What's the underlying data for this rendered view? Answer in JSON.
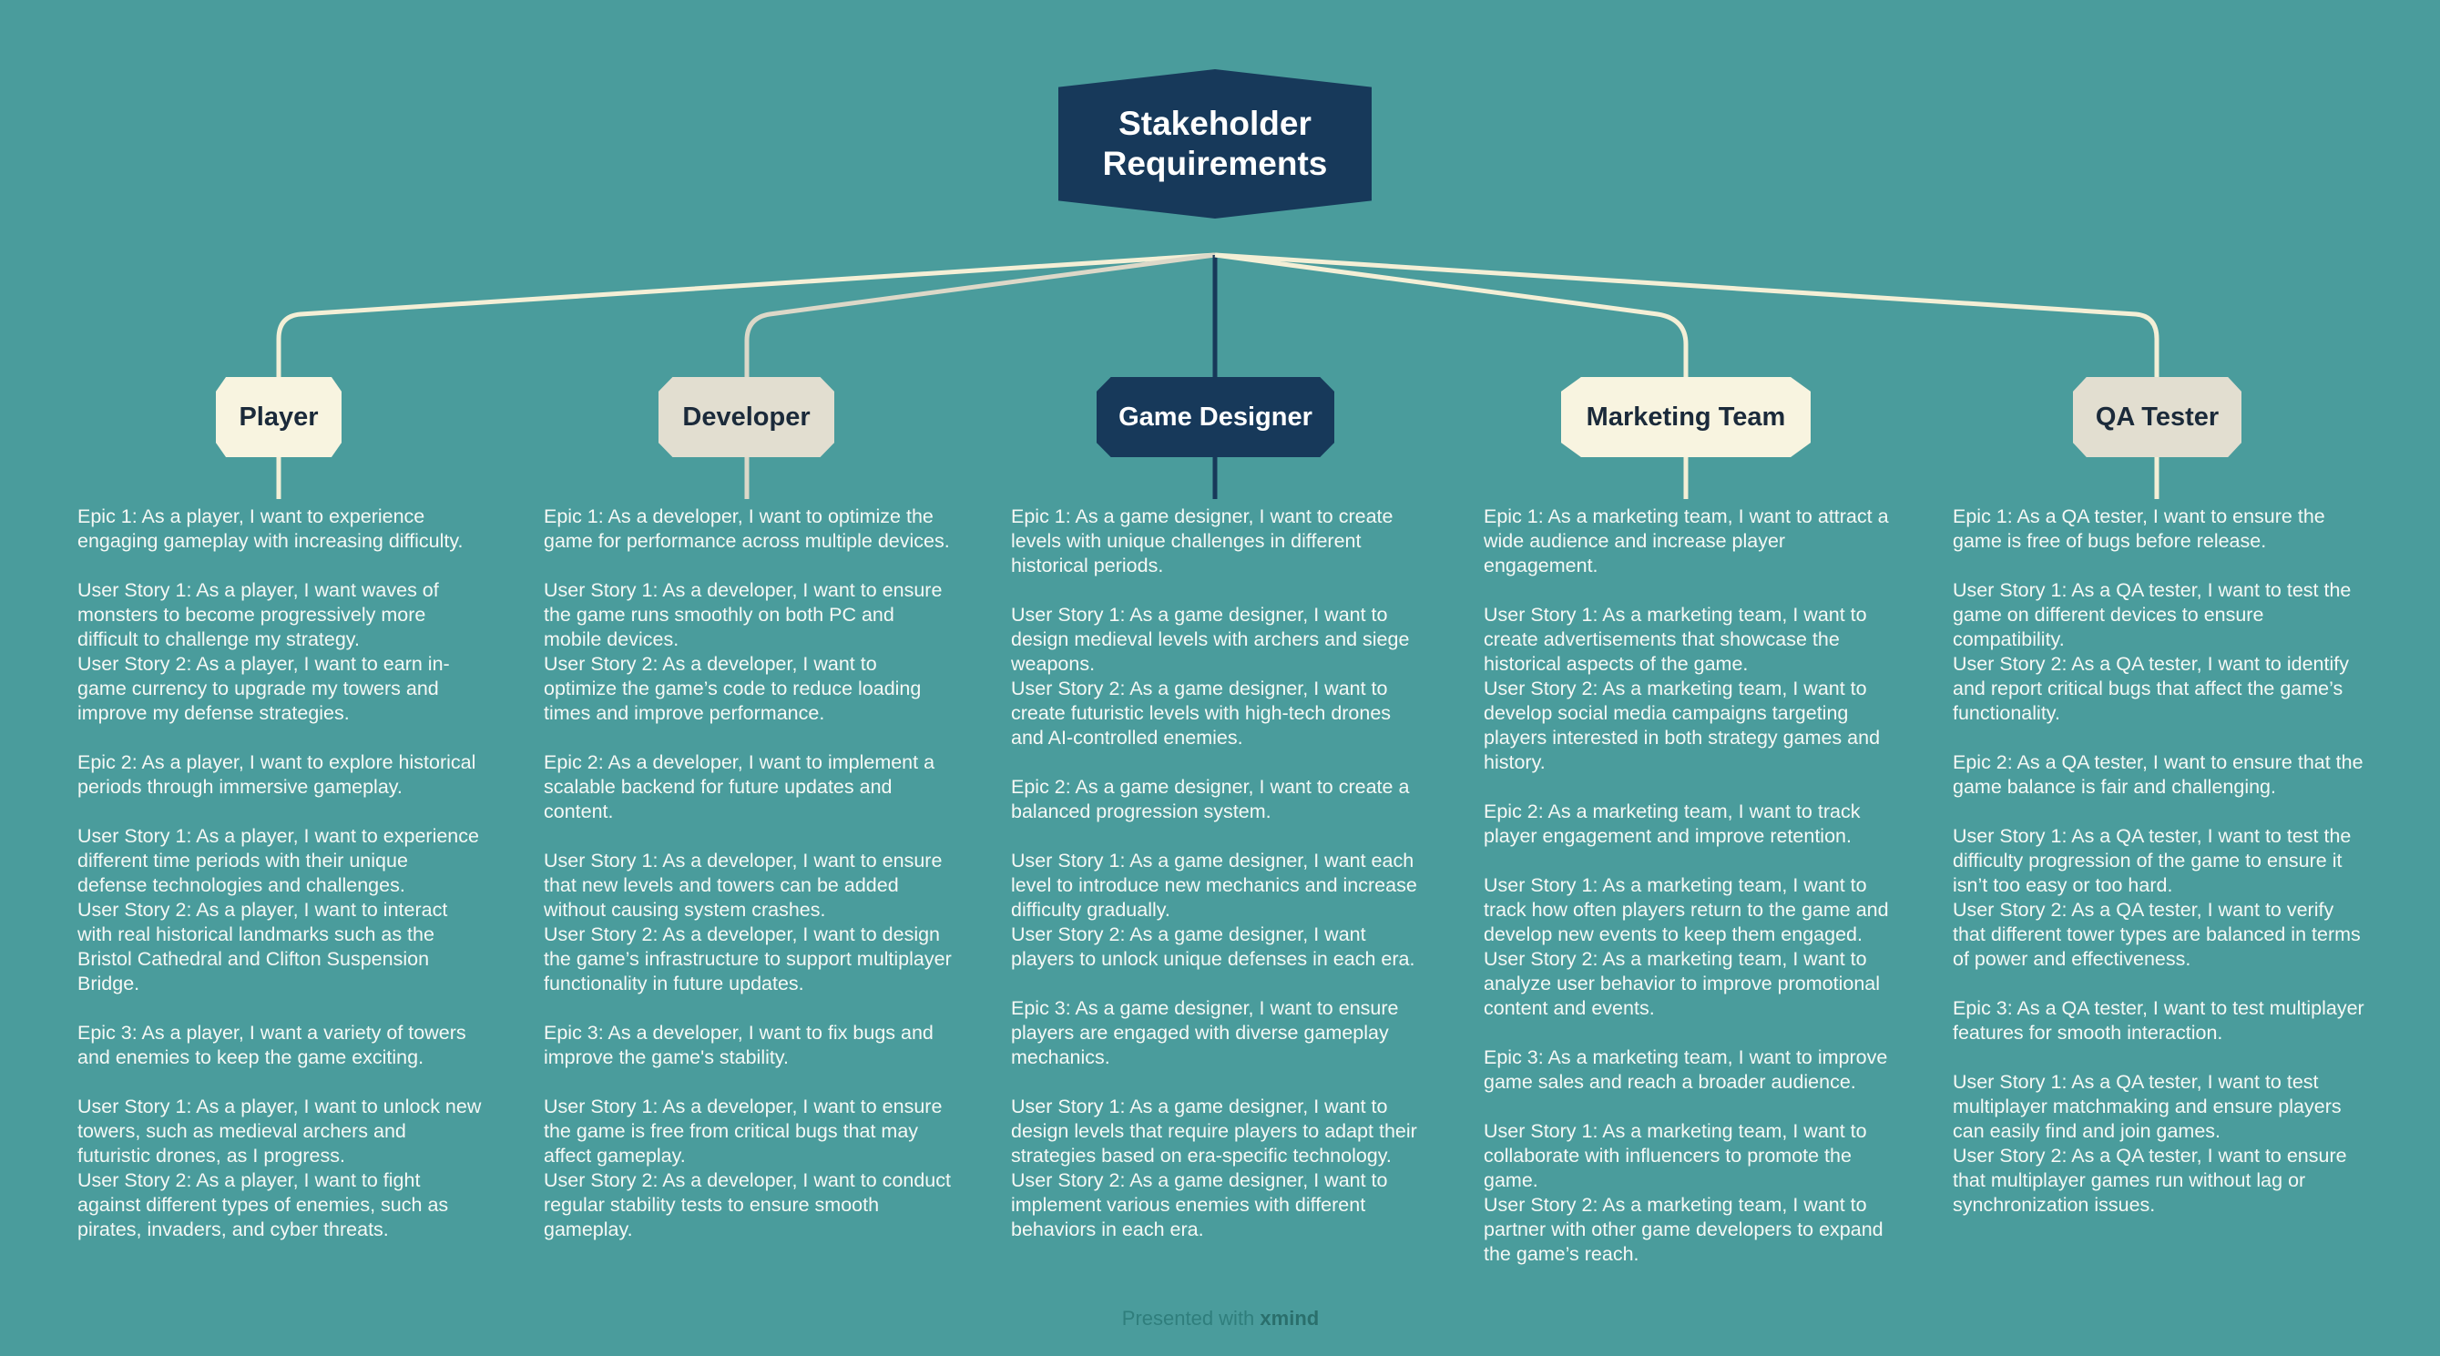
{
  "root": {
    "title": "Stakeholder Requirements"
  },
  "footer": {
    "presented": "Presented with",
    "brand": "xmind"
  },
  "branches": [
    {
      "label": "Player",
      "items": [
        "Epic 1: As a player, I want to experience engaging gameplay with increasing difficulty.",
        "User Story 1: As a player, I want waves of monsters to become progressively more difficult to challenge my strategy.",
        "User Story 2: As a player, I want to earn in-game currency to upgrade my towers and improve my defense strategies.",
        "Epic 2: As a player, I want to explore historical periods through immersive gameplay.",
        "User Story 1: As a player, I want to experience different time periods with their unique defense technologies and challenges.",
        "User Story 2: As a player, I want to interact with real historical landmarks such as the Bristol Cathedral and Clifton Suspension Bridge.",
        "Epic 3: As a player, I want a variety of towers and enemies to keep the game exciting.",
        "User Story 1: As a player, I want to unlock new towers, such as medieval archers and futuristic drones, as I progress.",
        "User Story 2: As a player, I want to fight against different types of enemies, such as pirates, invaders, and cyber threats."
      ]
    },
    {
      "label": "Developer",
      "items": [
        "Epic 1: As a developer, I want to optimize the game for performance across multiple devices.",
        "User Story 1: As a developer, I want to ensure the game runs smoothly on both PC and mobile devices.",
        "User Story 2: As a developer, I want to optimize the game’s code to reduce loading times and improve performance.",
        "Epic 2: As a developer, I want to implement a scalable backend for future updates and content.",
        "User Story 1: As a developer, I want to ensure that new levels and towers can be added without causing system crashes.",
        "User Story 2: As a developer, I want to design the game’s infrastructure to support multiplayer functionality in future updates.",
        "Epic 3: As a developer, I want to fix bugs and improve the game's stability.",
        "User Story 1: As a developer, I want to ensure the game is free from critical bugs that may affect gameplay.",
        "User Story 2: As a developer, I want to conduct regular stability tests to ensure smooth gameplay."
      ]
    },
    {
      "label": "Game Designer",
      "items": [
        "Epic 1: As a game designer, I want to create levels with unique challenges in different historical periods.",
        "User Story 1: As a game designer, I want to design medieval levels with archers and siege weapons.",
        "User Story 2: As a game designer, I want to create futuristic levels with high-tech drones and AI-controlled enemies.",
        "Epic 2: As a game designer, I want to create a balanced progression system.",
        "User Story 1: As a game designer, I want each level to introduce new mechanics and increase difficulty gradually.",
        "User Story 2: As a game designer, I want players to unlock unique defenses in each era.",
        "Epic 3: As a game designer, I want to ensure players are engaged with diverse gameplay mechanics.",
        "User Story 1: As a game designer, I want to design levels that require players to adapt their strategies based on era-specific technology.",
        "User Story 2: As a game designer, I want to implement various enemies with different behaviors in each era."
      ]
    },
    {
      "label": "Marketing Team",
      "items": [
        "Epic 1: As a marketing team, I want to attract a wide audience and increase player engagement.",
        "User Story 1: As a marketing team, I want to create advertisements that showcase the historical aspects of the game.",
        "User Story 2: As a marketing team, I want to develop social media campaigns targeting players interested in both strategy games and history.",
        "Epic 2: As a marketing team, I want to track player engagement and improve retention.",
        "User Story 1: As a marketing team, I want to track how often players return to the game and develop new events to keep them engaged.",
        "User Story 2: As a marketing team, I want to analyze user behavior to improve promotional content and events.",
        "Epic 3: As a marketing team, I want to improve game sales and reach a broader audience.",
        "User Story 1: As a marketing team, I want to collaborate with influencers to promote the game.",
        "User Story 2: As a marketing team, I want to partner with other game developers to expand the game’s reach."
      ]
    },
    {
      "label": "QA Tester",
      "items": [
        "Epic 1: As a QA tester, I want to ensure the game is free of bugs before release.",
        "User Story 1: As a QA tester, I want to test the game on different devices to ensure compatibility.",
        "User Story 2: As a QA tester, I want to identify and report critical bugs that affect the game’s functionality.",
        "Epic 2: As a QA tester, I want to ensure that the game balance is fair and challenging.",
        "User Story 1: As a QA tester, I want to test the difficulty progression of the game to ensure it isn’t too easy or too hard.",
        "User Story 2: As a QA tester, I want to verify that different tower types are balanced in terms of power and effectiveness.",
        "Epic 3: As a QA tester, I want to test multiplayer features for smooth interaction.",
        "User Story 1: As a QA tester, I want to test multiplayer matchmaking and ensure players can easily find and join games.",
        "User Story 2: As a QA tester, I want to ensure that multiplayer games run without lag or synchronization issues."
      ]
    }
  ]
}
